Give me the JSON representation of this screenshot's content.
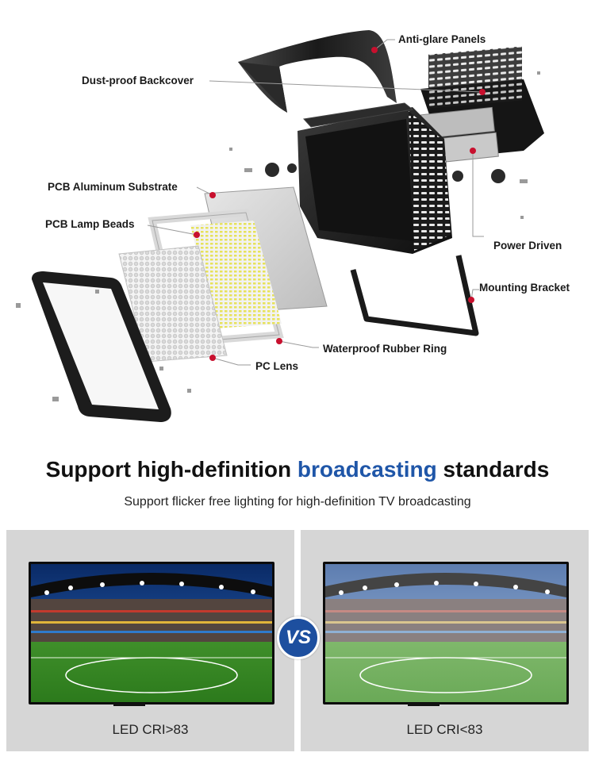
{
  "diagram": {
    "labels": {
      "anti_glare": "Anti-glare Panels",
      "backcover": "Dust-proof Backcover",
      "substrate": "PCB Aluminum Substrate",
      "lamp_beads": "PCB Lamp Beads",
      "power": "Power Driven",
      "bracket": "Mounting Bracket",
      "rubber_ring": "Waterproof Rubber Ring",
      "pc_lens": "PC Lens"
    },
    "colors": {
      "marker": "#c8102e",
      "housing": "#1b1b1b",
      "leader": "#9a9a9a"
    }
  },
  "headline": {
    "before": "Support high-definition",
    "accent": "broadcasting",
    "after": "standards",
    "accent_color": "#1f56a8"
  },
  "subline": "Support flicker free lighting for high-definition TV broadcasting",
  "comparison": {
    "left_label": "LED CRI>83",
    "right_label": "LED CRI<83",
    "vs": "VS"
  }
}
